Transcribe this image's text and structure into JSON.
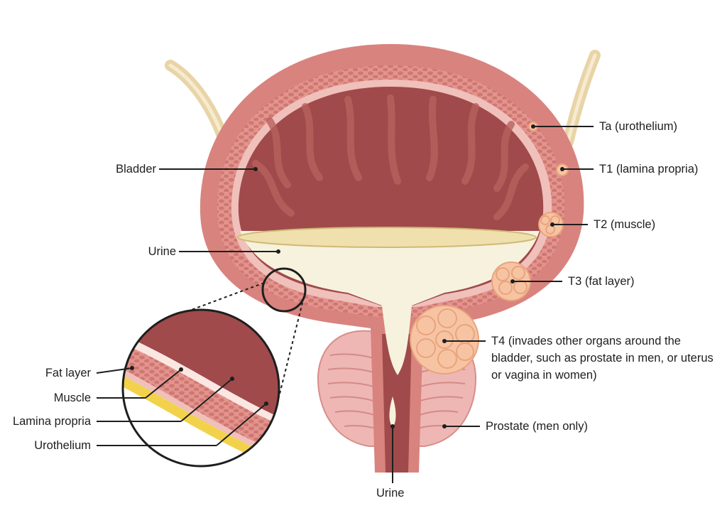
{
  "labels": {
    "bladder": "Bladder",
    "urine_top": "Urine",
    "urine_bottom": "Urine",
    "fat_layer": "Fat layer",
    "muscle": "Muscle",
    "lamina_propria": "Lamina propria",
    "urothelium": "Urothelium",
    "ta": "Ta (urothelium)",
    "t1": "T1 (lamina propria)",
    "t2": "T2 (muscle)",
    "t3": "T3 (fat layer)",
    "t4": "T4 (invades other organs around the bladder, such as prostate in men, or uterus or vagina in women)",
    "prostate": "Prostate (men only)"
  },
  "colors": {
    "outer_wall": "#d9837e",
    "wall_inner": "#e9a8a2",
    "lumen": "#a04a4b",
    "lumen_fold": "#b2605e",
    "urine": "#f7f2dd",
    "urine_surface": "#efe0ad",
    "ureter": "#e8d4a6",
    "tumor": "#f7c4a3",
    "prostate": "#eeb7b4",
    "fat": "#f2d24a",
    "line": "#1e1e1e"
  }
}
